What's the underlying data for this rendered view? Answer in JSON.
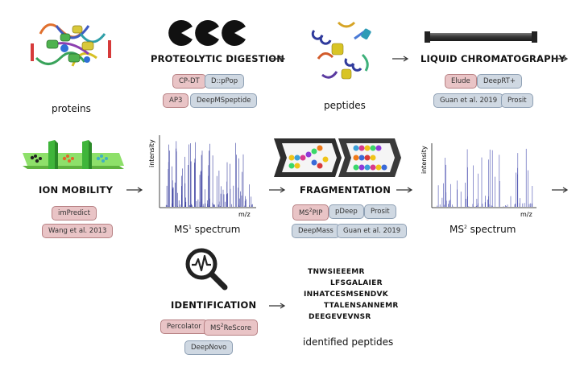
{
  "stages": {
    "proteins": "proteins",
    "proteolytic": "PROTEOLYTIC DIGESTION",
    "peptides": "peptides",
    "lc": "LIQUID CHROMATOGRAPHY",
    "ion_mobility": "ION MOBILITY",
    "ms1_main": "MS",
    "ms1_sup": "1",
    "ms1_rest": " spectrum",
    "fragmentation": "FRAGMENTATION",
    "ms2_main": "MS",
    "ms2_sup": "2",
    "ms2_rest": " spectrum",
    "identification": "IDENTIFICATION",
    "identified": "identified peptides"
  },
  "tools": {
    "proteolytic": [
      "CP-DT",
      "D::pPop",
      "AP3",
      "DeepMSpeptide"
    ],
    "lc": [
      "Elude",
      "DeepRT+",
      "Guan et al. 2019",
      "Prosit"
    ],
    "ion_mobility": [
      "imPredict",
      "Wang et al. 2013"
    ],
    "fragmentation_ms2pip_main": "MS",
    "fragmentation_ms2pip_sup": "2",
    "fragmentation_ms2pip_rest": "PIP",
    "fragmentation": [
      "pDeep",
      "Prosit",
      "DeepMass",
      "Guan et al. 2019"
    ],
    "identification_percolator": "Percolator",
    "identification_rescore_main": "MS",
    "identification_rescore_sup": "2",
    "identification_rescore_rest": "ReScore",
    "identification_deepnovo": "DeepNovo"
  },
  "axes": {
    "ms1_y": "intensity",
    "ms1_x": "m/z",
    "ms2_y": "intensity",
    "ms2_x": "m/z"
  },
  "sequences": [
    "TNWSIEEEMR",
    "LFSGALAIER",
    "INHATCESMSENDVK",
    "TTALENSANNEMR",
    "DEEGEVEVNSR"
  ],
  "colors": {
    "red_chip": "#e9c4c6",
    "blue_chip": "#cfd8e2",
    "spectrum": "#3a3fa0",
    "mobility_green": "#55c33a"
  },
  "icons": [
    "protein-structure-icon",
    "pacman-icon",
    "peptides-icon",
    "lc-column-icon",
    "ion-mobility-icon",
    "fragmentation-icon",
    "magnifier-waveform-icon"
  ]
}
